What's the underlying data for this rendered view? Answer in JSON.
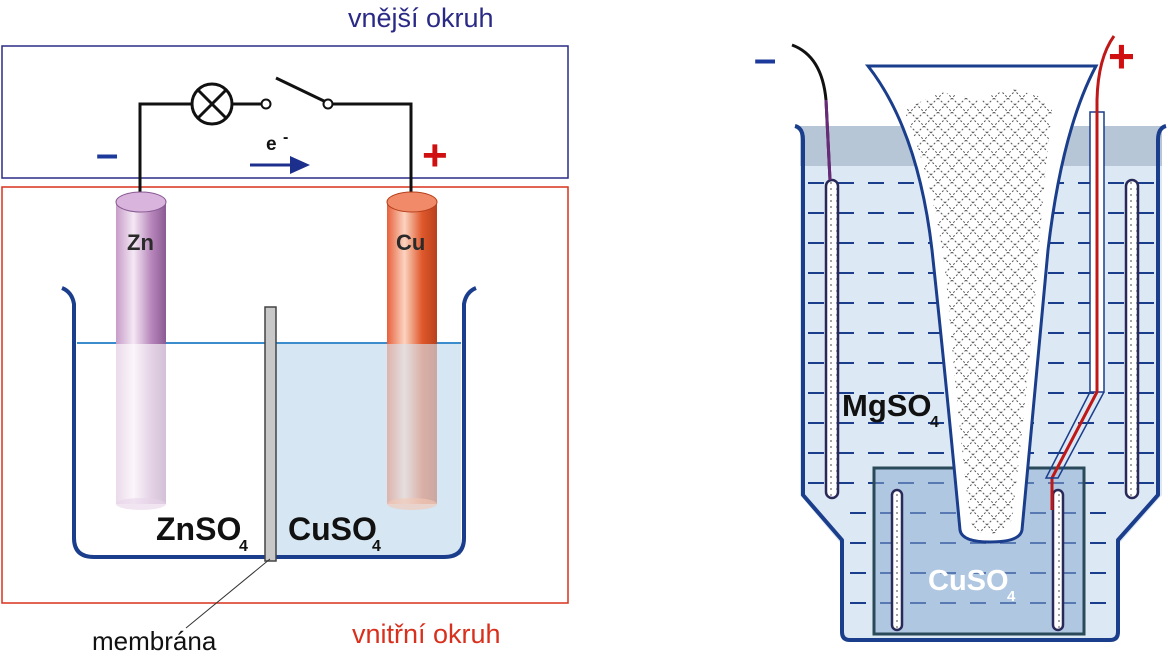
{
  "left_cell": {
    "outer_circuit_label": "vnější okruh",
    "inner_circuit_label": "vnitřní okruh",
    "electron_label": "e",
    "electron_sup": "-",
    "minus_sign": "–",
    "plus_sign": "+",
    "anode_label": "Zn",
    "cathode_label": "Cu",
    "anode_electrolyte": "ZnSO",
    "anode_electrolyte_sub": "4",
    "cathode_electrolyte": "CuSO",
    "cathode_electrolyte_sub": "4",
    "membrane_label": "membrána"
  },
  "right_cell": {
    "minus_sign": "–",
    "plus_sign": "+",
    "outer_electrolyte": "MgSO",
    "outer_electrolyte_sub": "4",
    "inner_electrolyte": "CuSO",
    "inner_electrolyte_sub": "4"
  },
  "colors": {
    "outer_circuit": "#2a2a86",
    "inner_circuit": "#d8301c",
    "plus": "#d01010",
    "minus": "#1c3a9c",
    "electrolyte": "#d6e6f2",
    "zinc": "#b080b8",
    "copper": "#e06040",
    "vessel": "#1a3d8c"
  }
}
